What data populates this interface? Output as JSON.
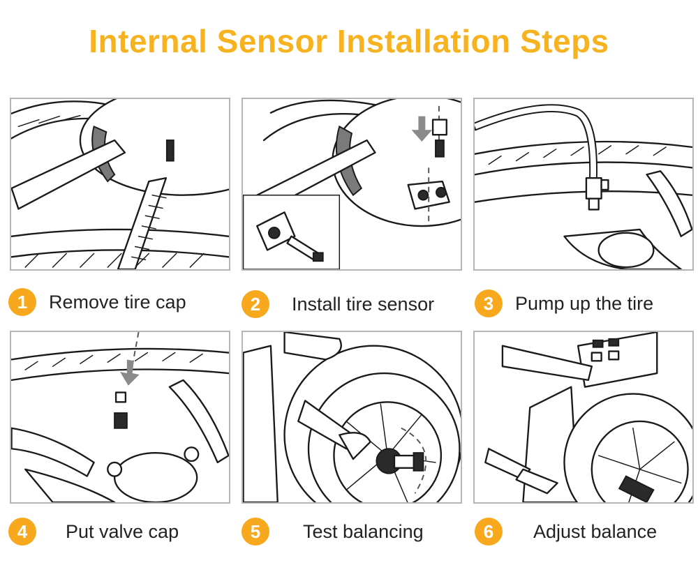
{
  "title": "Internal Sensor Installation Steps",
  "colors": {
    "accent": "#f7b21f",
    "badge": "#f7a81c",
    "panel_border": "#b5b5b5",
    "text": "#222222"
  },
  "steps": [
    {
      "number": "1",
      "label": "Remove tire cap"
    },
    {
      "number": "2",
      "label": "Install tire sensor"
    },
    {
      "number": "3",
      "label": "Pump up the tire"
    },
    {
      "number": "4",
      "label": "Put valve cap"
    },
    {
      "number": "5",
      "label": "Test balancing"
    },
    {
      "number": "6",
      "label": "Adjust balance"
    }
  ]
}
